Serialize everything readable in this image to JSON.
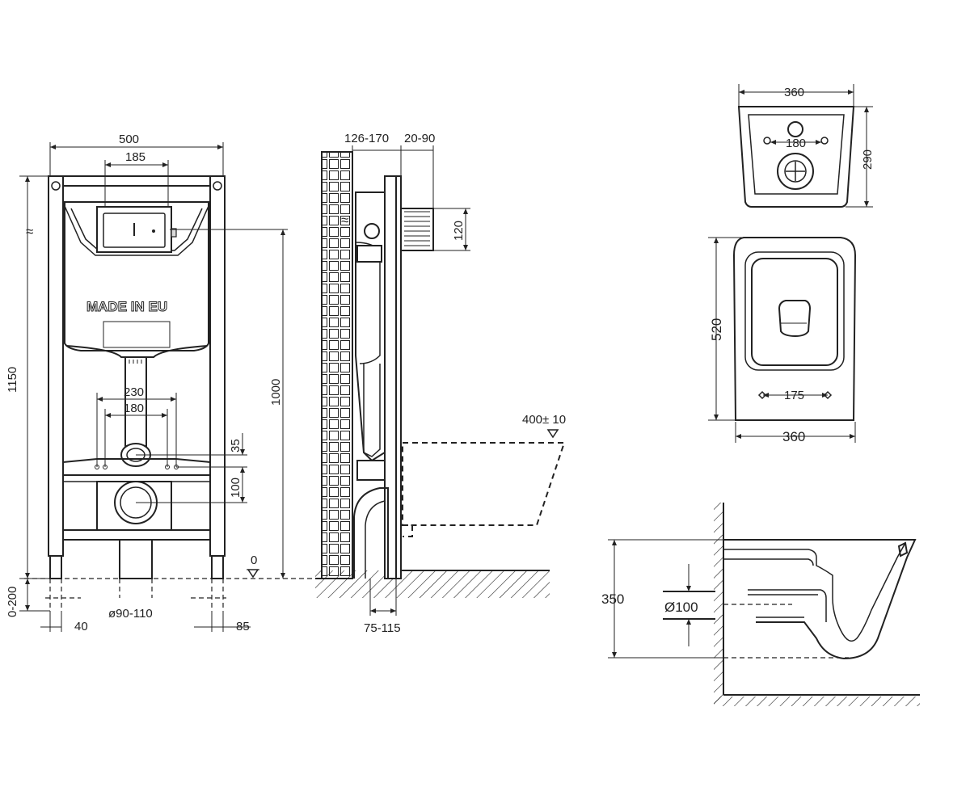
{
  "front_view": {
    "width": "500",
    "button_width": "185",
    "total_height": "1150",
    "height_floor": "1000",
    "brand_label": "MADE IN EU",
    "pipe_spacing_outer": "230",
    "pipe_spacing_inner": "180",
    "dim_35": "35",
    "dim_100": "100",
    "floor_level": "0",
    "adjust_range": "0-200",
    "leg_40": "40",
    "pipe_diameter": "ø90-110",
    "leg_85": "85",
    "water_symbol": "≈"
  },
  "side_view": {
    "depth_range": "126-170",
    "wall_range": "20-90",
    "dim_120": "120",
    "bowl_height": "400± 10",
    "bottom_range": "75-115",
    "water_symbol": "≈"
  },
  "top_view": {
    "width": "360",
    "depth": "290",
    "hole_spacing": "180"
  },
  "plan_view": {
    "length": "520",
    "width": "360",
    "hole_spacing": "175"
  },
  "section_view": {
    "height": "350",
    "outlet": "Ø100"
  }
}
